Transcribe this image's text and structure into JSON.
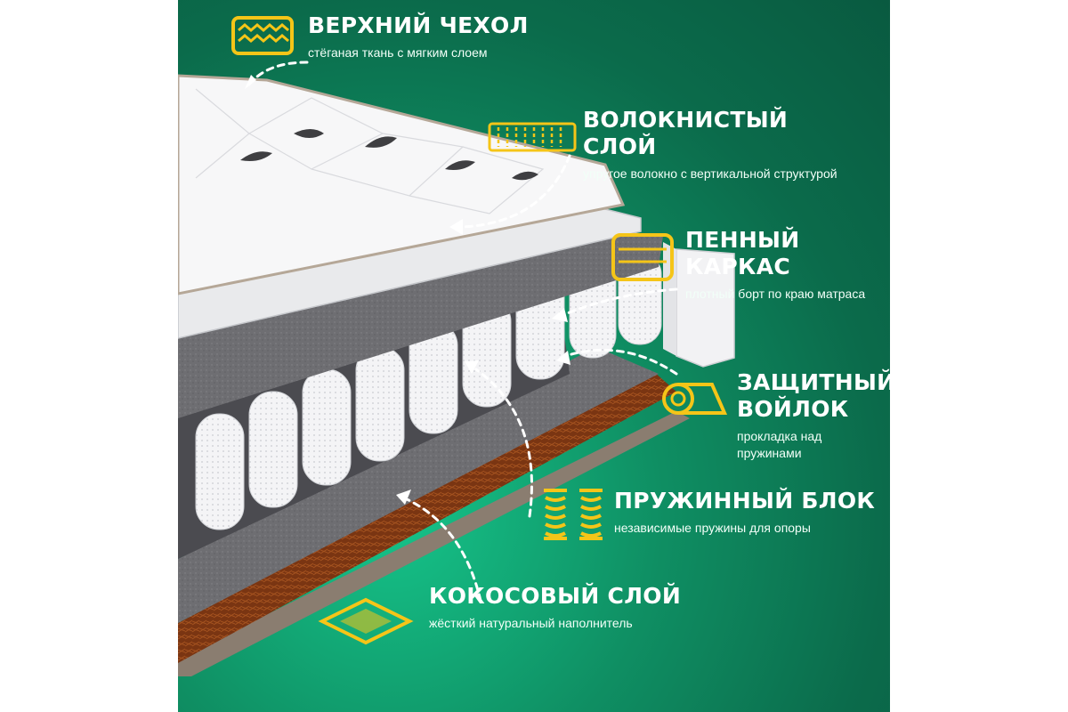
{
  "colors": {
    "accent": "#f5c518",
    "bg_dark": "#0b6b4b",
    "bg_light": "#16c48a",
    "text": "#ffffff"
  },
  "layers": [
    {
      "title": "ВЕРХНИЙ ЧЕХОЛ",
      "desc": "стёганая ткань с мягким слоем",
      "icon": "quilted-cover-icon"
    },
    {
      "title": "ВОЛОКНИСТЫЙ СЛОЙ",
      "desc": "упругое волокно с вертикальной структурой",
      "icon": "fiber-layer-icon"
    },
    {
      "title": "ПЕННЫЙ КАРКАС",
      "desc": "плотный борт по краю матраса",
      "icon": "foam-frame-icon"
    },
    {
      "title": "ЗАЩИТНЫЙ ВОЙЛОК",
      "desc": "прокладка над пружинами",
      "icon": "felt-roll-icon"
    },
    {
      "title": "ПРУЖИННЫЙ БЛОК",
      "desc": "независимые пружины для опоры",
      "icon": "springs-icon"
    },
    {
      "title": "КОКОСОВЫЙ СЛОЙ",
      "desc": "жёсткий натуральный наполнитель",
      "icon": "coconut-coir-icon"
    }
  ]
}
